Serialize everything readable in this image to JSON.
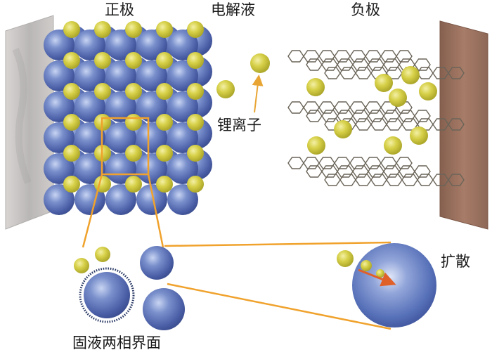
{
  "labels": {
    "cathode": "正极",
    "electrolyte": "电解液",
    "anode": "负极",
    "lithium_ion": "锂离子",
    "diffusion": "扩散",
    "interface": "固液两相界面"
  },
  "colors": {
    "lithium": "#d8d34a",
    "host_sphere": "#5a74b8",
    "orange_frame": "#f0a22c",
    "arrow": "#e0602a",
    "current_collector_left": "#c9c6c4",
    "current_collector_right": "#9a6f5e",
    "graphene": "#666055"
  }
}
